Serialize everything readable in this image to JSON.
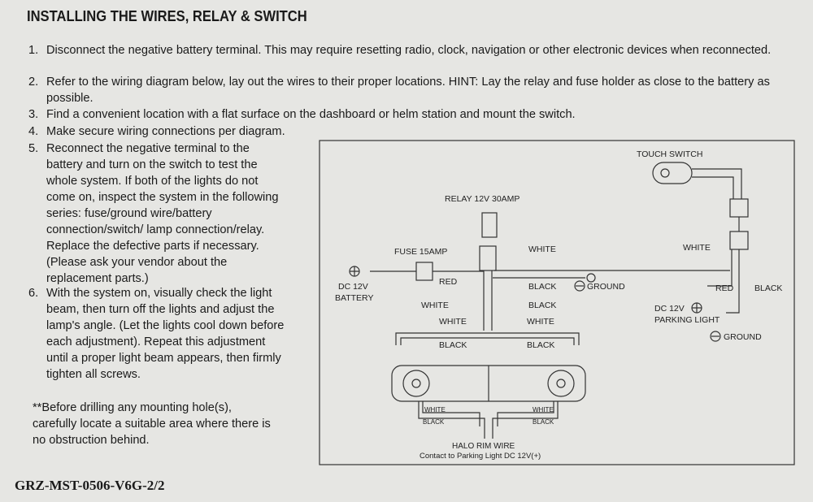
{
  "title": "INSTALLING THE WIRES, RELAY & SWITCH",
  "steps": [
    {
      "n": "1.",
      "text": "Disconnect the negative battery terminal. This may require resetting radio, clock, navigation or other electronic devices when reconnected."
    },
    {
      "n": "2.",
      "text": "Refer to the wiring diagram below, lay out the wires to their proper locations. HINT: Lay the relay and fuse holder as close to the battery as possible."
    },
    {
      "n": "3.",
      "text": "Find a convenient location with a flat surface on the dashboard or helm station and mount the switch."
    },
    {
      "n": "4.",
      "text": "Make secure wiring connections per diagram."
    },
    {
      "n": "5.",
      "text": "Reconnect the negative terminal to the battery and turn on the switch to test the whole system.  If both of the lights do not come on, inspect the system in the following series: fuse/ground wire/battery connection/switch/ lamp connection/relay. Replace the defective parts if necessary.  (Please ask your vendor about the replacement parts.)"
    },
    {
      "n": "6.",
      "text": "With the system on, visually check the light beam, then turn off the lights and adjust the lamp's angle. (Let the lights cool down before each adjustment). Repeat this adjustment until a proper light beam appears, then firmly tighten all screws."
    }
  ],
  "note": "**Before drilling any mounting hole(s), carefully locate a suitable area where there is no obstruction behind.",
  "doc_code": "GRZ-MST-0506-V6G-2/2",
  "diagram": {
    "touch_switch": "TOUCH SWITCH",
    "relay": "RELAY 12V 30AMP",
    "fuse": "FUSE 15AMP",
    "battery_1": "DC 12V",
    "battery_2": "BATTERY",
    "red": "RED",
    "white_top": "WHITE",
    "black_ground": "BLACK",
    "ground": "GROUND",
    "white_right": "WHITE",
    "red_right": "RED",
    "black_right": "BLACK",
    "parking_1": "DC 12V",
    "parking_2": "PARKING LIGHT",
    "ground2": "GROUND",
    "white_l": "WHITE",
    "black_r": "BLACK",
    "white_l2": "WHITE",
    "white_r2": "WHITE",
    "black_l3": "BLACK",
    "black_r3": "BLACK",
    "lw": "WHITE",
    "lb": "BLACK",
    "rw": "WHITE",
    "rb": "BLACK",
    "halo_1": "HALO RIM WIRE",
    "halo_2": "Contact to Parking Light DC 12V(+)"
  }
}
